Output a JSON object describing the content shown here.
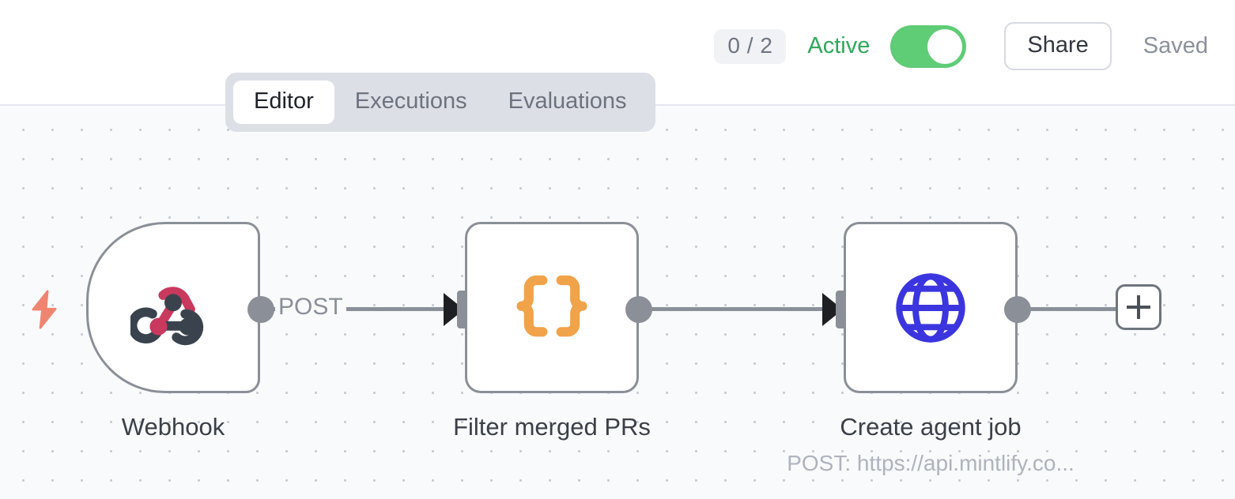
{
  "header": {
    "execution_count_badge": "0 / 2",
    "active_label": "Active",
    "active_toggle_state": "on",
    "share_label": "Share",
    "saved_label": "Saved",
    "accent_green": "#5fcc76",
    "active_text_color": "#2fa85a"
  },
  "tabs": {
    "items": [
      {
        "label": "Editor",
        "active": true
      },
      {
        "label": "Executions",
        "active": false
      },
      {
        "label": "Evaluations",
        "active": false
      }
    ]
  },
  "canvas": {
    "background": "#f9fafc",
    "grid": "dotted",
    "nodes": [
      {
        "id": "webhook",
        "title": "Webhook",
        "subtitle": "",
        "icon": "webhook-icon",
        "shape": "trigger",
        "icon_colors": {
          "primary": "#c9395e",
          "secondary": "#3a434d"
        }
      },
      {
        "id": "filter-merged-prs",
        "title": "Filter merged PRs",
        "subtitle": "",
        "icon": "code-braces-icon",
        "shape": "standard",
        "icon_colors": {
          "primary": "#f1a34a",
          "secondary": "#f1a34a"
        }
      },
      {
        "id": "create-agent-job",
        "title": "Create agent job",
        "subtitle": "POST: https://api.mintlify.co...",
        "icon": "globe-icon",
        "shape": "standard",
        "icon_colors": {
          "primary": "#3b35e0",
          "secondary": "#3b35e0"
        }
      }
    ],
    "connections": [
      {
        "from": "webhook",
        "to": "filter-merged-prs",
        "label": "POST"
      },
      {
        "from": "filter-merged-prs",
        "to": "create-agent-job",
        "label": ""
      }
    ],
    "add_node_label": "+",
    "trigger_badge_icon": "lightning-bolt-icon",
    "trigger_badge_color": "#ef8570"
  }
}
